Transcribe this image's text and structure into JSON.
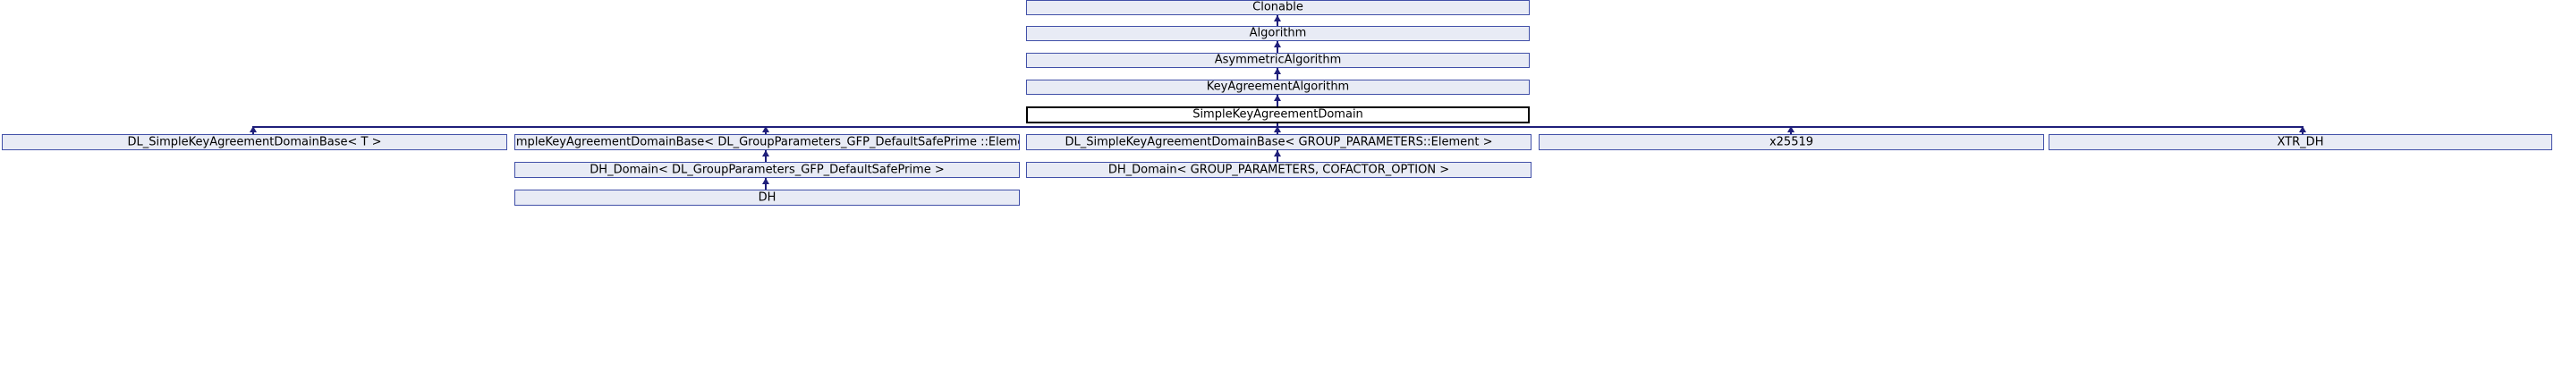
{
  "diagram": {
    "type": "class-inheritance-graph",
    "focus_class": "SimpleKeyAgreementDomain",
    "colors": {
      "node_fill": "#e8ebf5",
      "node_border": "#4150a8",
      "focus_fill": "#ffffff",
      "focus_border": "#000000",
      "edge": "#1f1f7a",
      "background": "#ffffff",
      "text": "#000000"
    },
    "nodes": [
      {
        "id": "clonable",
        "label": "Clonable"
      },
      {
        "id": "algorithm",
        "label": "Algorithm"
      },
      {
        "id": "asymmetric",
        "label": "AsymmetricAlgorithm"
      },
      {
        "id": "keyagreement",
        "label": "KeyAgreementAlgorithm"
      },
      {
        "id": "simpledomain",
        "label": "SimpleKeyAgreementDomain"
      },
      {
        "id": "base_t",
        "label": "DL_SimpleKeyAgreementDomainBase< T >"
      },
      {
        "id": "base_gfp",
        "label": "DL_SimpleKeyAgreementDomainBase< DL_GroupParameters_GFP_DefaultSafePrime ::Element >"
      },
      {
        "id": "base_gp",
        "label": "DL_SimpleKeyAgreementDomainBase< GROUP_PARAMETERS::Element >"
      },
      {
        "id": "x25519",
        "label": "x25519"
      },
      {
        "id": "xtr_dh",
        "label": "XTR_DH"
      },
      {
        "id": "dhdomain_gfp",
        "label": "DH_Domain< DL_GroupParameters_GFP_DefaultSafePrime >"
      },
      {
        "id": "dhdomain_gp",
        "label": "DH_Domain< GROUP_PARAMETERS, COFACTOR_OPTION >"
      },
      {
        "id": "dh",
        "label": "DH"
      }
    ],
    "edges": [
      {
        "from": "algorithm",
        "to": "clonable"
      },
      {
        "from": "asymmetric",
        "to": "algorithm"
      },
      {
        "from": "keyagreement",
        "to": "asymmetric"
      },
      {
        "from": "simpledomain",
        "to": "keyagreement"
      },
      {
        "from": "base_t",
        "to": "simpledomain"
      },
      {
        "from": "base_gfp",
        "to": "simpledomain"
      },
      {
        "from": "base_gp",
        "to": "simpledomain"
      },
      {
        "from": "x25519",
        "to": "simpledomain"
      },
      {
        "from": "xtr_dh",
        "to": "simpledomain"
      },
      {
        "from": "dhdomain_gfp",
        "to": "base_gfp"
      },
      {
        "from": "dhdomain_gp",
        "to": "base_gp"
      },
      {
        "from": "dh",
        "to": "dhdomain_gfp"
      }
    ]
  }
}
